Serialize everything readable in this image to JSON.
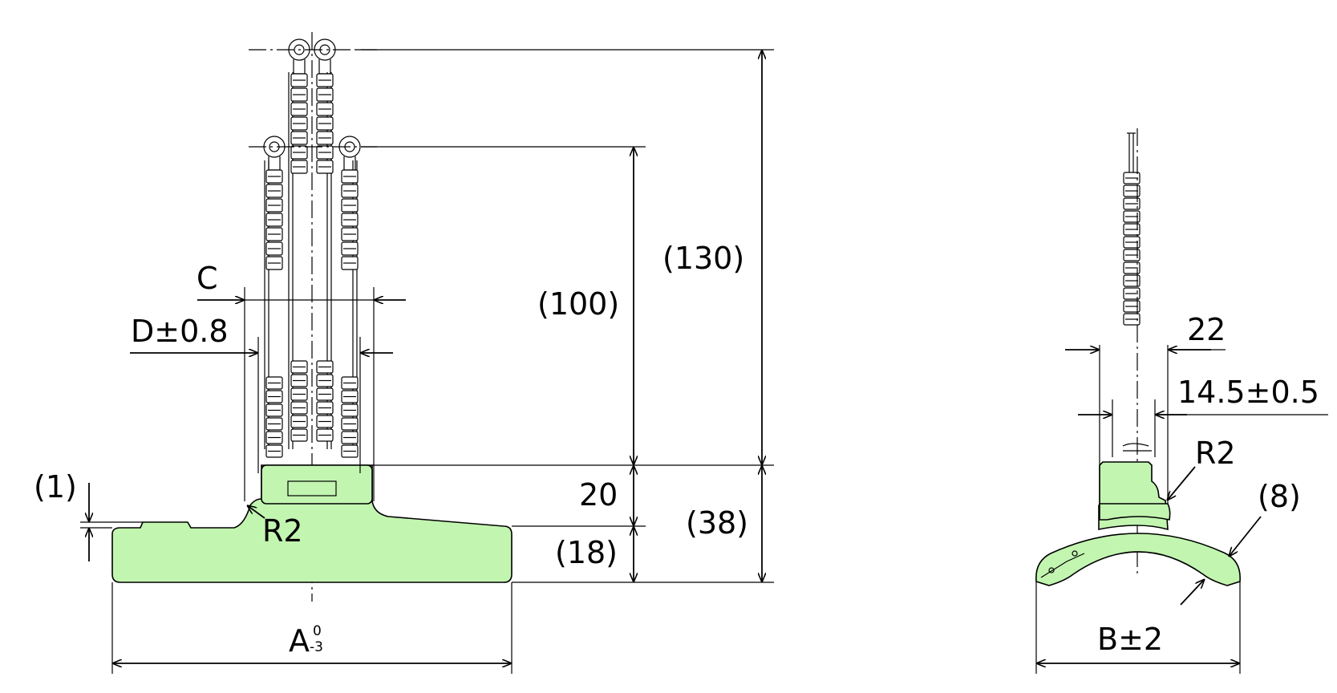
{
  "front_view": {
    "dims": {
      "C": "C",
      "D": "D±0.8",
      "h100": "(100)",
      "h130": "(130)",
      "h20": "20",
      "h18": "(18)",
      "h38": "(38)",
      "h1": "(1)",
      "R2": "R2",
      "A_main": "A",
      "A_upper": "0",
      "A_lower": "-3"
    }
  },
  "side_view": {
    "dims": {
      "w22": "22",
      "w14": "14.5±0.5",
      "R2": "R2",
      "t8": "(8)",
      "B": "B±2"
    }
  },
  "colors": {
    "body_fill": "#c2f5b0",
    "line": "#000000"
  }
}
